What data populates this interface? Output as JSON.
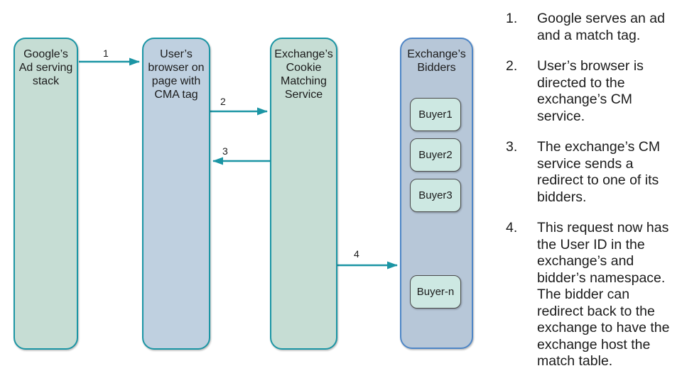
{
  "colors": {
    "teal-border": "#1b95a4",
    "arrow": "#1b95a4",
    "green-fill": "#c6ddd4",
    "blue-fill": "#bfd0e0",
    "bidders-fill": "#b7c7d8",
    "bidders-border": "#4e86c6",
    "buyer-fill": "#cde8e2",
    "buyer-border": "#4a4a4a",
    "text": "#1b1b1b"
  },
  "diagram": {
    "nodes": {
      "google": {
        "label": "Google’s\nAd serving\nstack"
      },
      "browser": {
        "label": "User’s\nbrowser on\npage with\nCMA tag"
      },
      "cms": {
        "label": "Exchange’s\nCookie\nMatching\nService"
      },
      "bidders": {
        "label": "Exchange’s\nBidders",
        "buyers": [
          "Buyer1",
          "Buyer2",
          "Buyer3",
          "Buyer-n"
        ]
      }
    },
    "arrows": [
      {
        "label": "1",
        "from": "google",
        "to": "browser"
      },
      {
        "label": "2",
        "from": "browser",
        "to": "cms"
      },
      {
        "label": "3",
        "from": "cms",
        "to": "browser"
      },
      {
        "label": "4",
        "from": "cms",
        "to": "bidders"
      }
    ]
  },
  "steps": [
    {
      "num": "1.",
      "text": "Google serves an ad and a match tag."
    },
    {
      "num": "2.",
      "text": "User’s browser is directed to the exchange’s CM service."
    },
    {
      "num": "3.",
      "text": "The exchange’s CM service sends a redirect to one of its bidders."
    },
    {
      "num": "4.",
      "text": "This request now has the User ID in the exchange’s and bidder’s namespace. The bidder can redirect back to the exchange to have the exchange host the match table."
    }
  ]
}
